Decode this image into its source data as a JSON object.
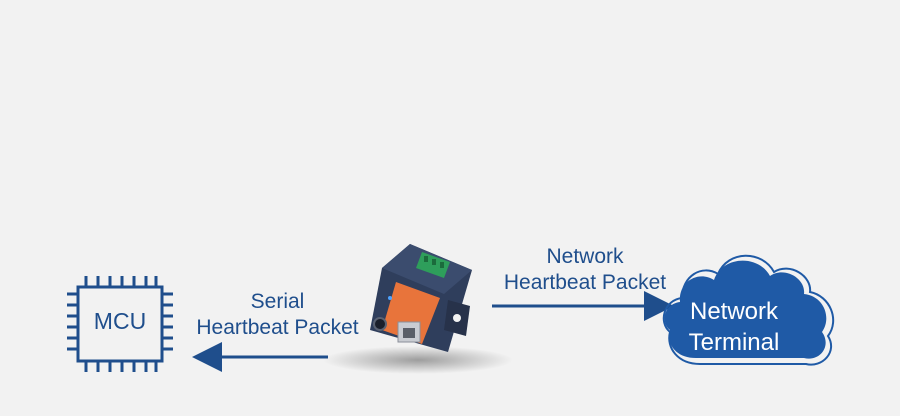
{
  "diagram": {
    "mcu": {
      "label": "MCU"
    },
    "serial_arrow": {
      "line1": "Serial",
      "line2": "Heartbeat Packet"
    },
    "network_arrow": {
      "line1": "Network",
      "line2": "Heartbeat Packet"
    },
    "cloud": {
      "line1": "Network",
      "line2": "Terminal"
    }
  },
  "colors": {
    "primary": "#1f4e8c",
    "cloud_fill": "#1f5aa6",
    "device_orange": "#e8743b",
    "device_body": "#2f3e5c",
    "terminal_green": "#2e9e5b",
    "background": "#f2f2f2"
  }
}
